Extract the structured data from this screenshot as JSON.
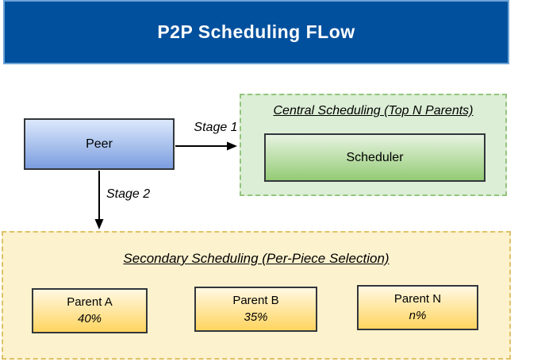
{
  "title": "P2P Scheduling FLow",
  "colors": {
    "banner_fill": "#01509D",
    "banner_border": "#6BA3D6",
    "peer_gradient_top": "#DCE9FC",
    "peer_gradient_bottom": "#7B9DDF",
    "central_group_fill": "#DCEED6",
    "central_group_border": "#94C47E",
    "scheduler_gradient_top": "#E7F3E1",
    "scheduler_gradient_bottom": "#93CB74",
    "secondary_group_fill": "#FDF2CE",
    "secondary_group_border": "#DFC267",
    "parent_gradient_top": "#FFF8E2",
    "parent_gradient_bottom": "#FFD55F",
    "node_border": "#33363B",
    "arrow": "#000000"
  },
  "nodes": {
    "peer": {
      "label": "Peer"
    },
    "scheduler": {
      "label": "Scheduler"
    }
  },
  "edges": {
    "stage1": {
      "label": "Stage 1"
    },
    "stage2": {
      "label": "Stage 2"
    }
  },
  "groups": {
    "central": {
      "title": "Central Scheduling (Top N Parents)"
    },
    "secondary": {
      "title": "Secondary Scheduling (Per-Piece Selection)"
    }
  },
  "parents": [
    {
      "name": "Parent A",
      "share": "40%"
    },
    {
      "name": "Parent B",
      "share": "35%"
    },
    {
      "name": "Parent N",
      "share": "n%"
    }
  ]
}
